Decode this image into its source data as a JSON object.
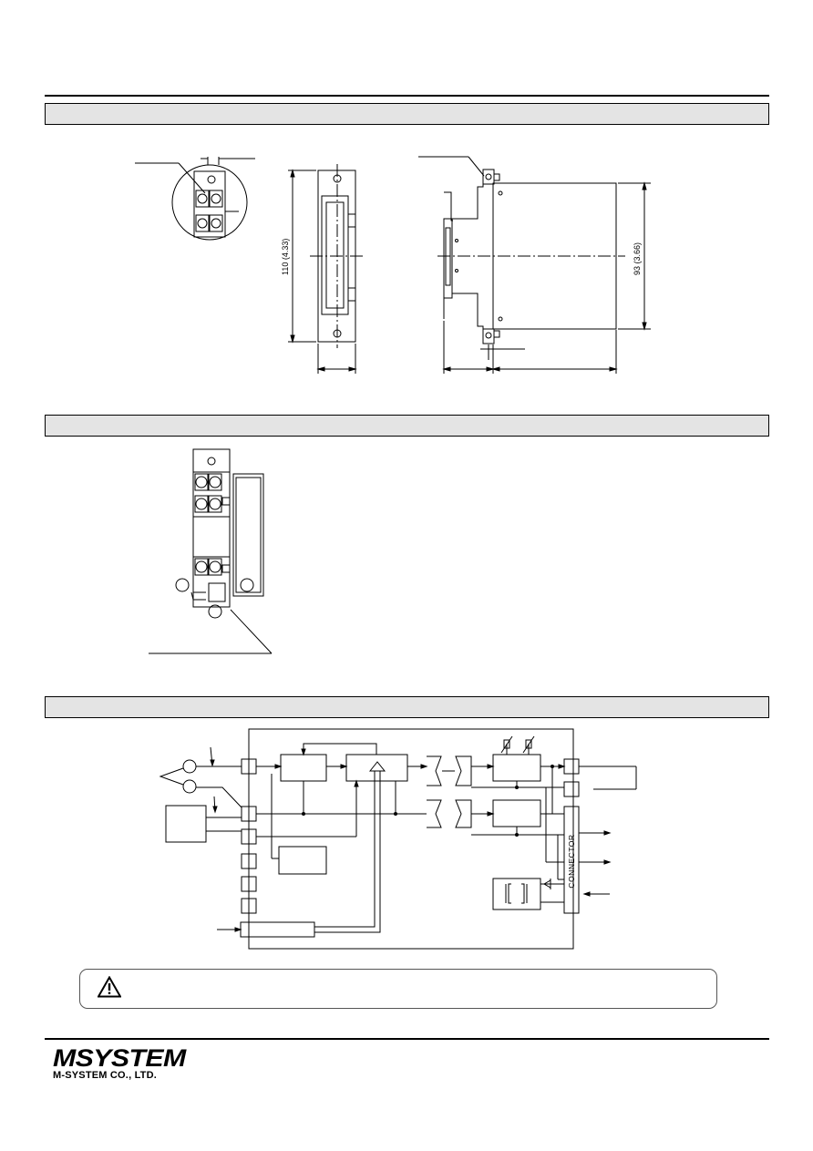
{
  "dimensions": {
    "height_label": "110 (4.33)",
    "depth_label": "93 (3.66)"
  },
  "block_diagram": {
    "connector_label": "CONNECTOR"
  },
  "warning": {
    "icon": "warning-triangle-icon"
  },
  "footer": {
    "logo_text": "MSYSTEM",
    "company": "M-SYSTEM CO., LTD."
  }
}
